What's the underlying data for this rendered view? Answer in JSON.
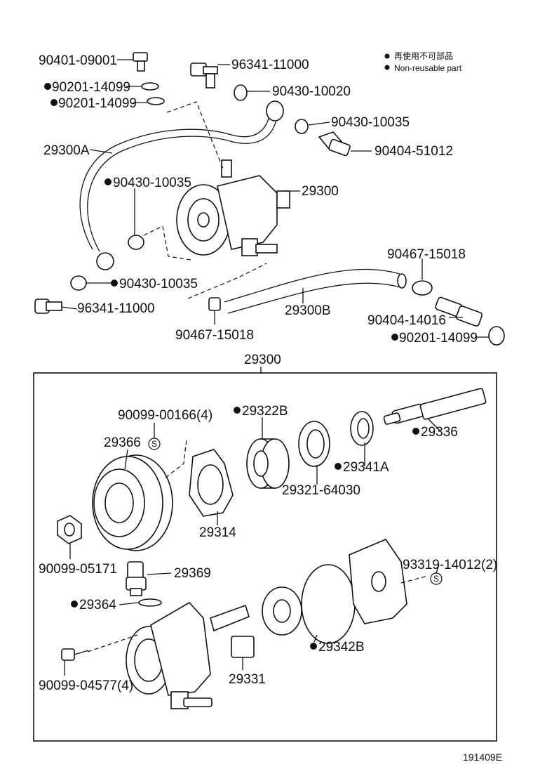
{
  "legend": {
    "line_jp": "再使用不可部品",
    "line_en": "Non-reusable part"
  },
  "upper_labels": [
    {
      "id": "p1",
      "text": "90401-09001",
      "bullet": false
    },
    {
      "id": "p2",
      "text": "90201-14099",
      "bullet": true
    },
    {
      "id": "p3",
      "text": "90201-14099",
      "bullet": true
    },
    {
      "id": "p4",
      "text": "29300A",
      "bullet": false
    },
    {
      "id": "p5",
      "text": "96341-11000",
      "bullet": false
    },
    {
      "id": "p6",
      "text": "90430-10020",
      "bullet": false
    },
    {
      "id": "p7",
      "text": "90430-10035",
      "bullet": false
    },
    {
      "id": "p8",
      "text": "90404-51012",
      "bullet": false
    },
    {
      "id": "p9",
      "text": "90430-10035",
      "bullet": true
    },
    {
      "id": "p10",
      "text": "29300",
      "bullet": false
    },
    {
      "id": "p11",
      "text": "90430-10035",
      "bullet": true
    },
    {
      "id": "p12",
      "text": "96341-11000",
      "bullet": false
    },
    {
      "id": "p13",
      "text": "90467-15018",
      "bullet": false
    },
    {
      "id": "p14",
      "text": "29300B",
      "bullet": false
    },
    {
      "id": "p15",
      "text": "90467-15018",
      "bullet": false
    },
    {
      "id": "p16",
      "text": "90404-14016",
      "bullet": false
    },
    {
      "id": "p17",
      "text": "90201-14099",
      "bullet": true
    }
  ],
  "box_title": "29300",
  "lower_labels": [
    {
      "id": "q1",
      "text": "90099-00166(4)",
      "bullet": false
    },
    {
      "id": "q2",
      "text": "29322B",
      "bullet": true
    },
    {
      "id": "q3",
      "text": "29366",
      "bullet": false
    },
    {
      "id": "q4",
      "text": "29336",
      "bullet": true
    },
    {
      "id": "q5",
      "text": "29341A",
      "bullet": true
    },
    {
      "id": "q6",
      "text": "29321-64030",
      "bullet": false
    },
    {
      "id": "q7",
      "text": "29314",
      "bullet": false
    },
    {
      "id": "q8",
      "text": "93319-14012(2)",
      "bullet": false
    },
    {
      "id": "q9",
      "text": "90099-05171",
      "bullet": false
    },
    {
      "id": "q10",
      "text": "29369",
      "bullet": false
    },
    {
      "id": "q11",
      "text": "29364",
      "bullet": true
    },
    {
      "id": "q12",
      "text": "29342B",
      "bullet": true
    },
    {
      "id": "q13",
      "text": "90099-04577(4)",
      "bullet": false
    },
    {
      "id": "q14",
      "text": "29331",
      "bullet": false
    }
  ],
  "s_mark": "S",
  "figure_code": "191409E"
}
